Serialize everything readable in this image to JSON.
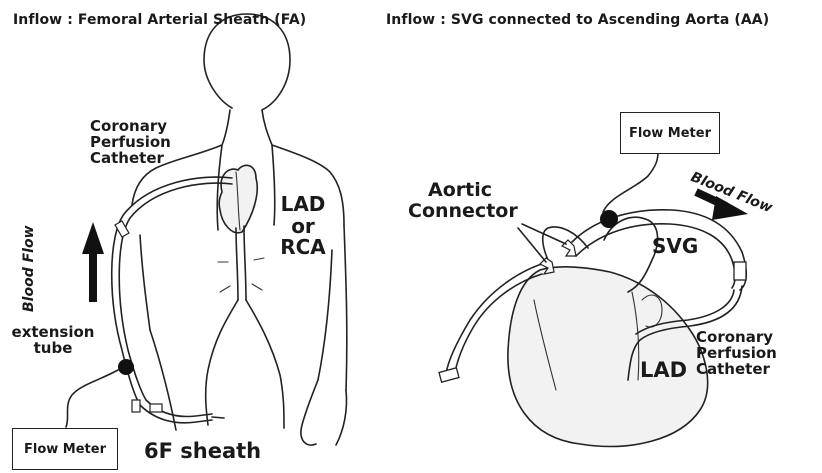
{
  "left_panel": {
    "title": "Inflow : Femoral Arterial Sheath (FA)",
    "labels": {
      "coronary_perfusion_catheter": [
        "Coronary",
        "Perfusion",
        "Catheter"
      ],
      "target_vessel": [
        "LAD",
        "or",
        "RCA"
      ],
      "blood_flow": "Blood Flow",
      "extension_tube": [
        "extension",
        "tube"
      ],
      "sheath": "6F sheath"
    },
    "flow_meter": "Flow Meter"
  },
  "right_panel": {
    "title": "Inflow : SVG connected to Ascending Aorta (AA)",
    "labels": {
      "aortic_connector": [
        "Aortic",
        "Connector"
      ],
      "svg": "SVG",
      "blood_flow": "Blood Flow",
      "coronary_perfusion_catheter": [
        "Coronary",
        "Perfusion",
        "Catheter"
      ],
      "lad": "LAD"
    },
    "flow_meter": "Flow Meter"
  },
  "colors": {
    "ink": "#1a1a1a",
    "background": "#ffffff",
    "fill": "#f2f2f2"
  }
}
